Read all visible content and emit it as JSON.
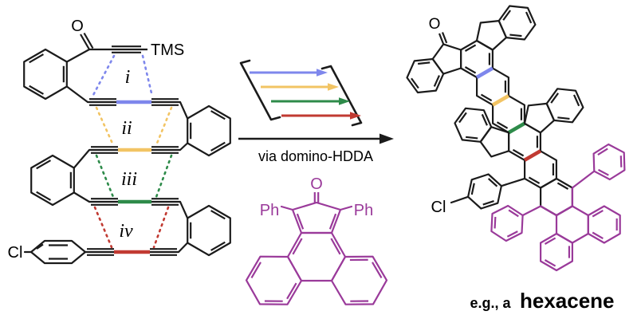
{
  "scheme": {
    "type": "reaction-scheme",
    "arrow_label": "via domino-HDDA",
    "caption": {
      "prefix": "e.g., a",
      "compound": "hexacene"
    }
  },
  "colors": {
    "black": "#1b1b1b",
    "blue": "#7e87ec",
    "yellow": "#f2c464",
    "green": "#2e8b4a",
    "red": "#c13a32",
    "purple": "#9a3a9a",
    "background": "#ffffff"
  },
  "precursor": {
    "carbonyl_label": "O",
    "silyl_label": "TMS",
    "halide_label": "Cl",
    "hdda_steps": [
      {
        "numeral": "i",
        "color": "blue"
      },
      {
        "numeral": "ii",
        "color": "yellow"
      },
      {
        "numeral": "iii",
        "color": "green"
      },
      {
        "numeral": "iv",
        "color": "red"
      }
    ]
  },
  "conditions": {
    "cascade_arrows": [
      "blue",
      "yellow",
      "green",
      "red"
    ]
  },
  "phencyclone": {
    "carbonyl_label": "O",
    "substituents": [
      "Ph",
      "Ph"
    ]
  },
  "product": {
    "carbonyl_label": "O",
    "halide_label": "Cl",
    "highlighted_bonds": [
      "blue",
      "yellow",
      "green",
      "red"
    ]
  }
}
